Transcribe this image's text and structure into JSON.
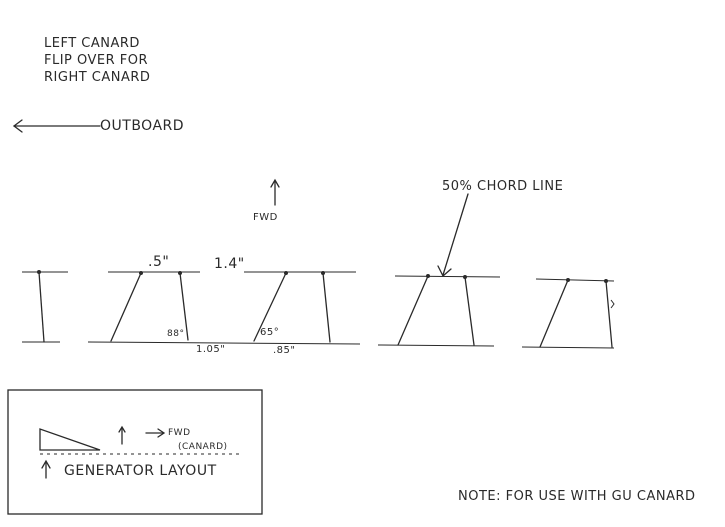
{
  "title_lines": [
    "LEFT CANARD",
    "FLIP OVER FOR",
    "RIGHT CANARD"
  ],
  "outboard_label": "OUTBOARD",
  "fwd_label": "FWD",
  "chord_line_label": "50% CHORD LINE",
  "dimensions": {
    "spacing": ".5\"",
    "width": "1.4\"",
    "angle_88": "88°",
    "angle_65": "65°",
    "length_105": "1.05\"",
    "length_085": ".85\""
  },
  "legend": {
    "fwd": "FWD",
    "canard": "(CANARD)",
    "caption": "GENERATOR LAYOUT"
  },
  "note": "NOTE: FOR USE WITH GU CANARD",
  "colors": {
    "ink": "#2a2a2a",
    "paper": "#ffffff"
  }
}
